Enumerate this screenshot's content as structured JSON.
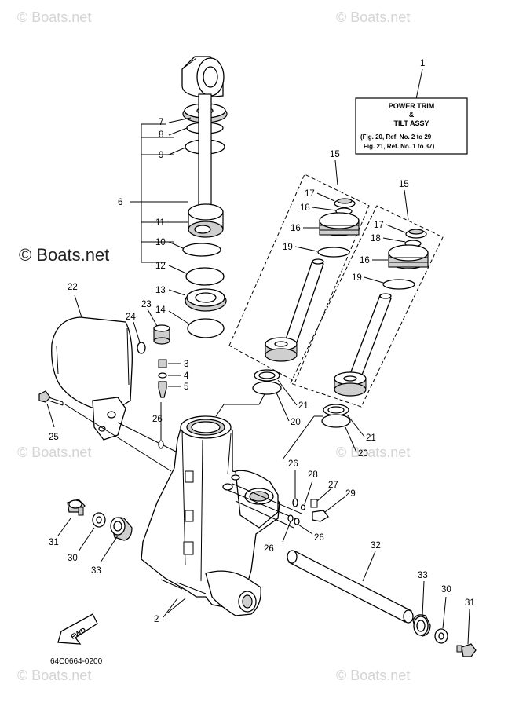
{
  "watermarks": {
    "small": "© Boats.net",
    "large": "© Boats.net"
  },
  "title_box": {
    "ref": "1",
    "line1": "POWER TRIM",
    "line2": "&",
    "line3": "TILT ASSY",
    "note1": "(Fig. 20, Ref. No. 2 to 29",
    "note2": "Fig. 21, Ref. No. 1 to 37)"
  },
  "fwd_label": "FWD",
  "drawing_code": "64C0664-0200",
  "labels": {
    "r7": "7",
    "r8": "8",
    "r9": "9",
    "r6": "6",
    "r11": "11",
    "r10": "10",
    "r12": "12",
    "r13": "13",
    "r14": "14",
    "r22": "22",
    "r23": "23",
    "r24": "24",
    "r3": "3",
    "r4": "4",
    "r5": "5",
    "r26a": "26",
    "r25": "25",
    "r15a": "15",
    "r17a": "17",
    "r18a": "18",
    "r16a": "16",
    "r19a": "19",
    "r15b": "15",
    "r17b": "17",
    "r18b": "18",
    "r16b": "16",
    "r19b": "19",
    "r21a": "21",
    "r20a": "20",
    "r21b": "21",
    "r20b": "20",
    "r26b": "26",
    "r28": "28",
    "r27": "27",
    "r29": "29",
    "r26c": "26",
    "r26d": "26",
    "r31a": "31",
    "r30a": "30",
    "r33a": "33",
    "r32": "32",
    "r33b": "33",
    "r30b": "30",
    "r31b": "31",
    "r2": "2"
  }
}
